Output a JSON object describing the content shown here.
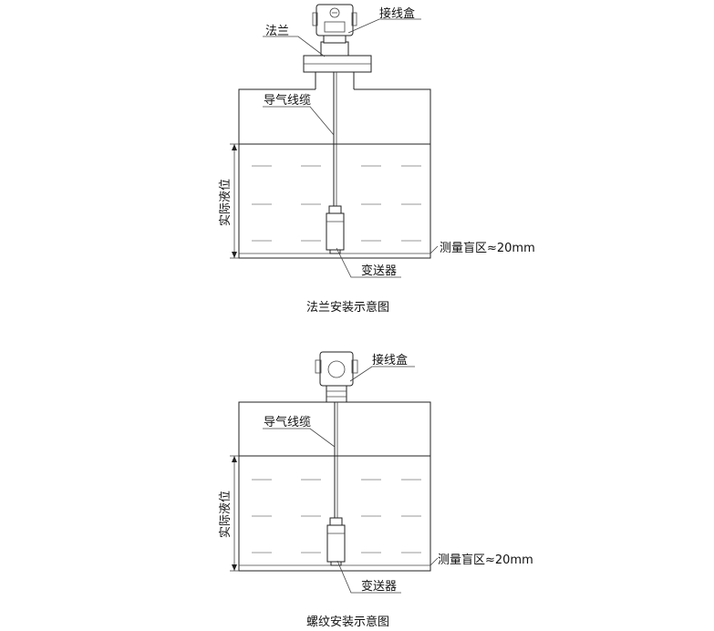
{
  "diagram_top": {
    "labels": {
      "junction_box": "接线盒",
      "flange": "法兰",
      "vent_cable": "导气线缆",
      "actual_level": "实际液位",
      "blind_zone": "测量盲区≈20mm",
      "transmitter": "变送器"
    },
    "caption": "法兰安装示意图"
  },
  "diagram_bottom": {
    "labels": {
      "junction_box": "接线盒",
      "vent_cable": "导气线缆",
      "actual_level": "实际液位",
      "blind_zone": "测量盲区≈20mm",
      "transmitter": "变送器"
    },
    "caption": "螺纹安装示意图"
  },
  "colors": {
    "line": "#222222",
    "background": "#ffffff"
  }
}
